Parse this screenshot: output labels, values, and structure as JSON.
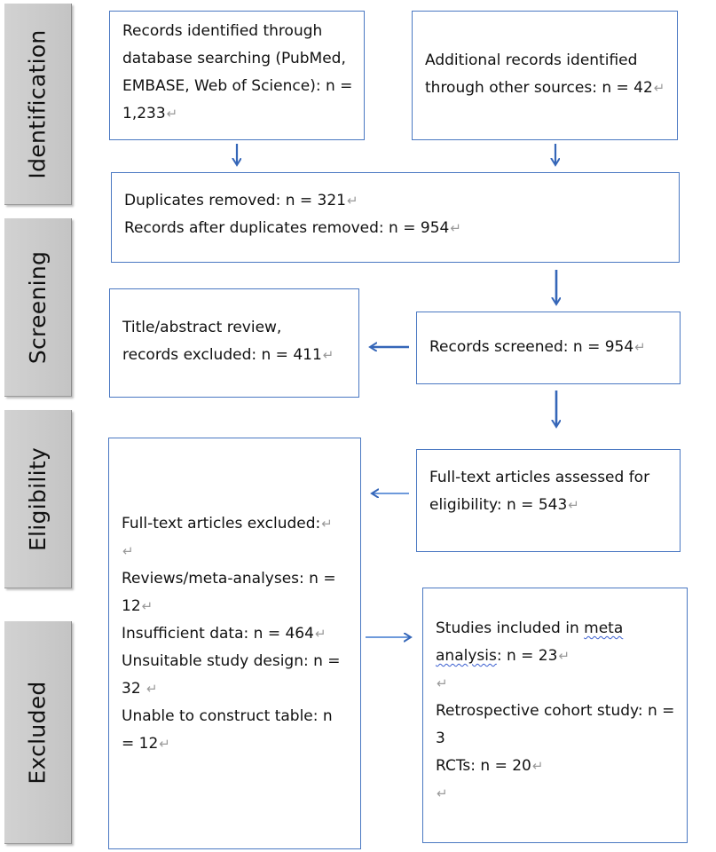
{
  "phases": {
    "identification": "Identification",
    "screening": "Screening",
    "eligibility": "Eligibility",
    "excluded": "Excluded"
  },
  "return_mark": "↵",
  "boxes": {
    "database": {
      "lines": [
        "Records identified through",
        "database searching (PubMed,",
        "EMBASE, Web of Science): n =",
        "1,233"
      ]
    },
    "other_sources": {
      "lines": [
        "Additional records identified",
        "through other sources: n = 42"
      ]
    },
    "duplicates": {
      "lines": [
        "Duplicates removed: n = 321",
        "Records after duplicates removed: n = 954"
      ]
    },
    "title_abstract": {
      "lines": [
        "Title/abstract review,",
        "records excluded: n = 411"
      ]
    },
    "screened": {
      "lines": [
        "Records screened: n = 954"
      ]
    },
    "fulltext_assessed": {
      "lines": [
        "Full-text articles assessed for",
        "eligibility: n = 543"
      ]
    },
    "fulltext_excluded": {
      "lines": [
        "Full-text articles excluded:",
        "",
        "Reviews/meta-analyses:  n =",
        "12",
        "Insufficient data: n = 464",
        "Unsuitable study design: n =",
        "32 ",
        "Unable to construct table: n",
        "= 12"
      ]
    },
    "included": {
      "line1": "Studies included in ",
      "line1_marked": "meta",
      "line2_marked": "analysis",
      "line2_rest": ": n = 23",
      "lines_after": [
        "",
        "Retrospective cohort study: n =",
        "3",
        "RCTs: n = 20",
        ""
      ]
    }
  },
  "colors": {
    "box_border": "#4a78c2",
    "arrow": "#3566b8",
    "phase_fill": "#c8c8c8",
    "return_mark": "#9a9a9a"
  }
}
